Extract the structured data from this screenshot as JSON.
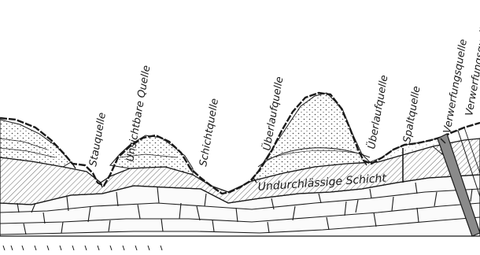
{
  "labels": {
    "stauquelle": "Stauquelle",
    "unsichtbare_quelle": "Unsichtbare Quelle",
    "schichtquelle": "Schichtquelle",
    "ueberlaufquelle_1": "Überlaufquelle",
    "ueberlaufquelle_2": "Überlaufquelle",
    "spaltquelle": "Spaltquelle",
    "verwerfungsquelle_1": "Verwerfungsquelle",
    "verwerfungsquelle_2": "Verwerfungsquelle",
    "undurchlaessige_schicht": "Undurchlässige Schicht"
  },
  "colors": {
    "ink": "#1a1a1a",
    "background": "#ffffff",
    "hatch": "#6a6a6a",
    "stipple": "#444444"
  }
}
